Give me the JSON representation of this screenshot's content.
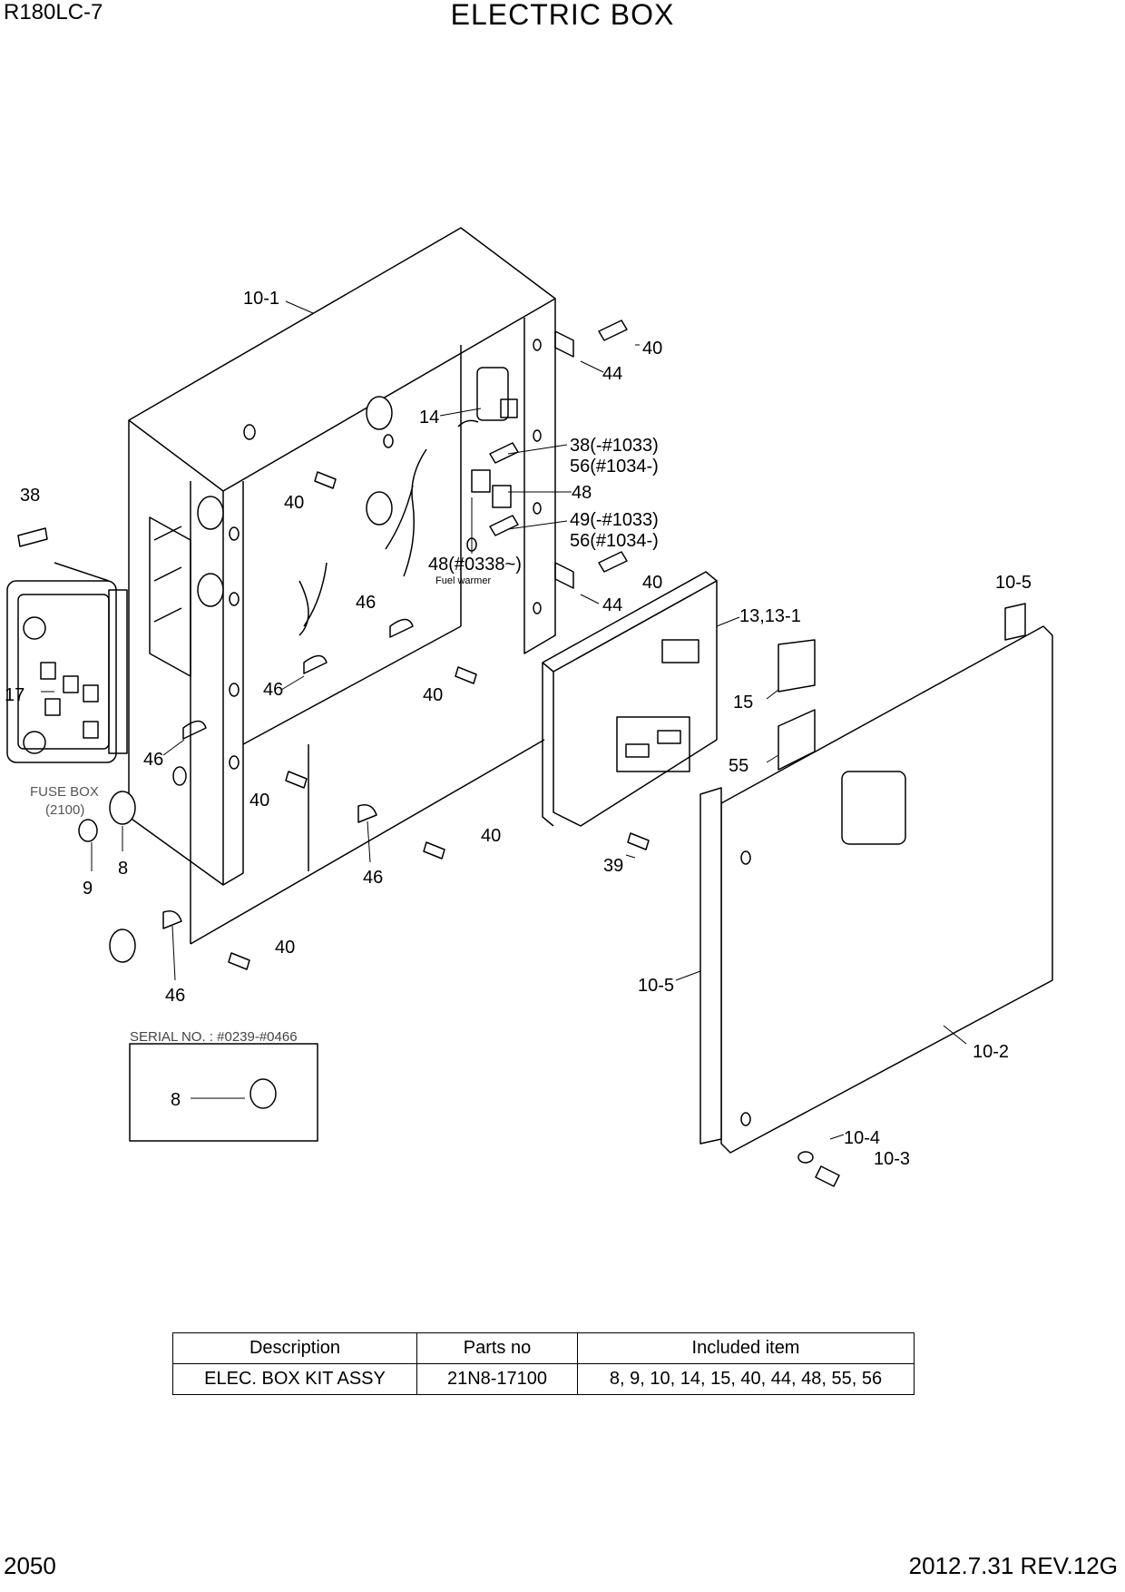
{
  "header": {
    "model": "R180LC-7",
    "title": "ELECTRIC BOX"
  },
  "footer": {
    "page": "2050",
    "revision": "2012.7.31  REV.12G"
  },
  "callouts": {
    "c10_1": "10-1",
    "c40_a": "40",
    "c44_a": "44",
    "c14": "14",
    "c38_56_a1": "38(-#1033)",
    "c38_56_a2": "56(#1034-)",
    "c48": "48",
    "c49_56_b1": "49(-#1033)",
    "c49_56_b2": "56(#1034-)",
    "c38": "38",
    "c40_b": "40",
    "c48_fw": "48(#0338~)",
    "fuel_warmer": "Fuel warmer",
    "c40_c": "40",
    "c44_b": "44",
    "c10_5_a": "10-5",
    "c46_a": "46",
    "c13": "13,13-1",
    "c17": "17",
    "c46_b": "46",
    "c40_d": "40",
    "c15": "15",
    "c46_c": "46",
    "c55": "55",
    "c40_e": "40",
    "fuse_box": "FUSE BOX",
    "fuse_box_no": "(2100)",
    "c40_f": "40",
    "c39": "39",
    "c9": "9",
    "c8_a": "8",
    "c46_d": "46",
    "c40_g": "40",
    "c10_5_b": "10-5",
    "c46_e": "46",
    "c10_2": "10-2",
    "serial": "SERIAL NO. : #0239-#0466",
    "c8_b": "8",
    "c10_4": "10-4",
    "c10_3": "10-3"
  },
  "parts_table": {
    "headers": [
      "Description",
      "Parts no",
      "Included item"
    ],
    "rows": [
      [
        "ELEC. BOX KIT ASSY",
        "21N8-17100",
        "8, 9, 10, 14, 15, 40, 44, 48, 55, 56"
      ]
    ]
  }
}
